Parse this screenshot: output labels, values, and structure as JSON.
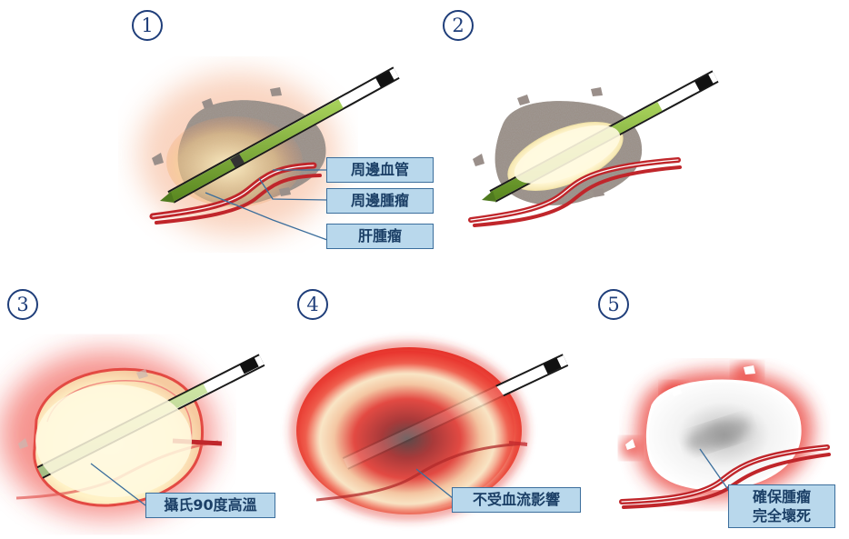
{
  "steps": [
    {
      "number": "1",
      "labels": [
        "周邊血管",
        "周邊腫瘤",
        "肝腫瘤"
      ]
    },
    {
      "number": "2"
    },
    {
      "number": "3",
      "labels": [
        "攝氏90度高溫"
      ]
    },
    {
      "number": "4",
      "labels": [
        "不受血流影響"
      ]
    },
    {
      "number": "5",
      "labels": [
        "確保腫瘤",
        "完全壞死"
      ]
    }
  ],
  "colors": {
    "label_fill": "#b9d8ec",
    "label_border": "#3b6e9c",
    "label_text": "#1b3f66",
    "number_circle": "#1f3e7a",
    "vessel": "#c0262b",
    "tumor": "#8e8178",
    "ablation_core": "#fff7d6",
    "heat_glow": "#e6231f",
    "probe_green": "#7fb23a"
  },
  "icons": [
    "tumor-icon",
    "rfa-probe-icon",
    "blood-vessel-icon"
  ]
}
